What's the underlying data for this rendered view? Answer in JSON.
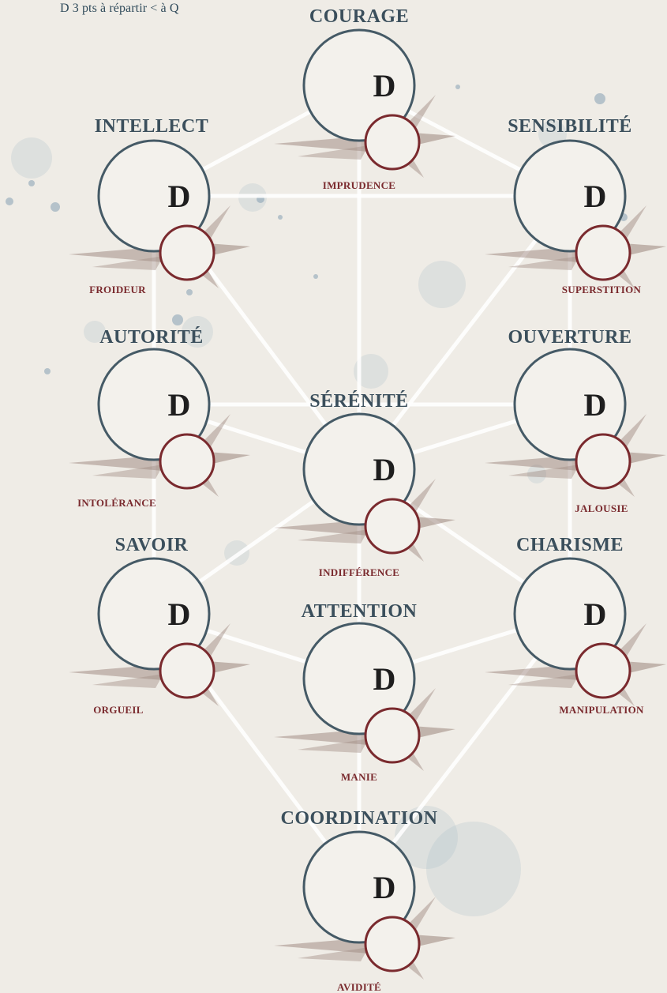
{
  "header": {
    "hint": "D 3 pts à répartir < à Q"
  },
  "colors": {
    "background": "#efece6",
    "trait_ring": "#455a66",
    "trait_label": "#3b4f5c",
    "flaw_ring": "#7a2a2e",
    "flaw_label": "#7a2a2e",
    "connector": "#ffffff",
    "splash_brown": "#8a6f66",
    "splash_blue": "#9fb7c6"
  },
  "traits": [
    {
      "id": "courage",
      "name": "COURAGE",
      "die": "D",
      "flaw": "IMPRUDENCE"
    },
    {
      "id": "intellect",
      "name": "INTELLECT",
      "die": "D",
      "flaw": "FROIDEUR"
    },
    {
      "id": "sensibilite",
      "name": "SENSIBILITÉ",
      "die": "D",
      "flaw": "SUPERSTITION"
    },
    {
      "id": "autorite",
      "name": "AUTORITÉ",
      "die": "D",
      "flaw": "INTOLÉRANCE"
    },
    {
      "id": "ouverture",
      "name": "OUVERTURE",
      "die": "D",
      "flaw": "JALOUSIE"
    },
    {
      "id": "serenite",
      "name": "SÉRÉNITÉ",
      "die": "D",
      "flaw": "INDIFFÉRENCE"
    },
    {
      "id": "savoir",
      "name": "SAVOIR",
      "die": "D",
      "flaw": "ORGUEIL"
    },
    {
      "id": "charisme",
      "name": "CHARISME",
      "die": "D",
      "flaw": "MANIPULATION"
    },
    {
      "id": "attention",
      "name": "ATTENTION",
      "die": "D",
      "flaw": "MANIE"
    },
    {
      "id": "coordination",
      "name": "COORDINATION",
      "die": "D",
      "flaw": "AVIDITÉ"
    }
  ]
}
